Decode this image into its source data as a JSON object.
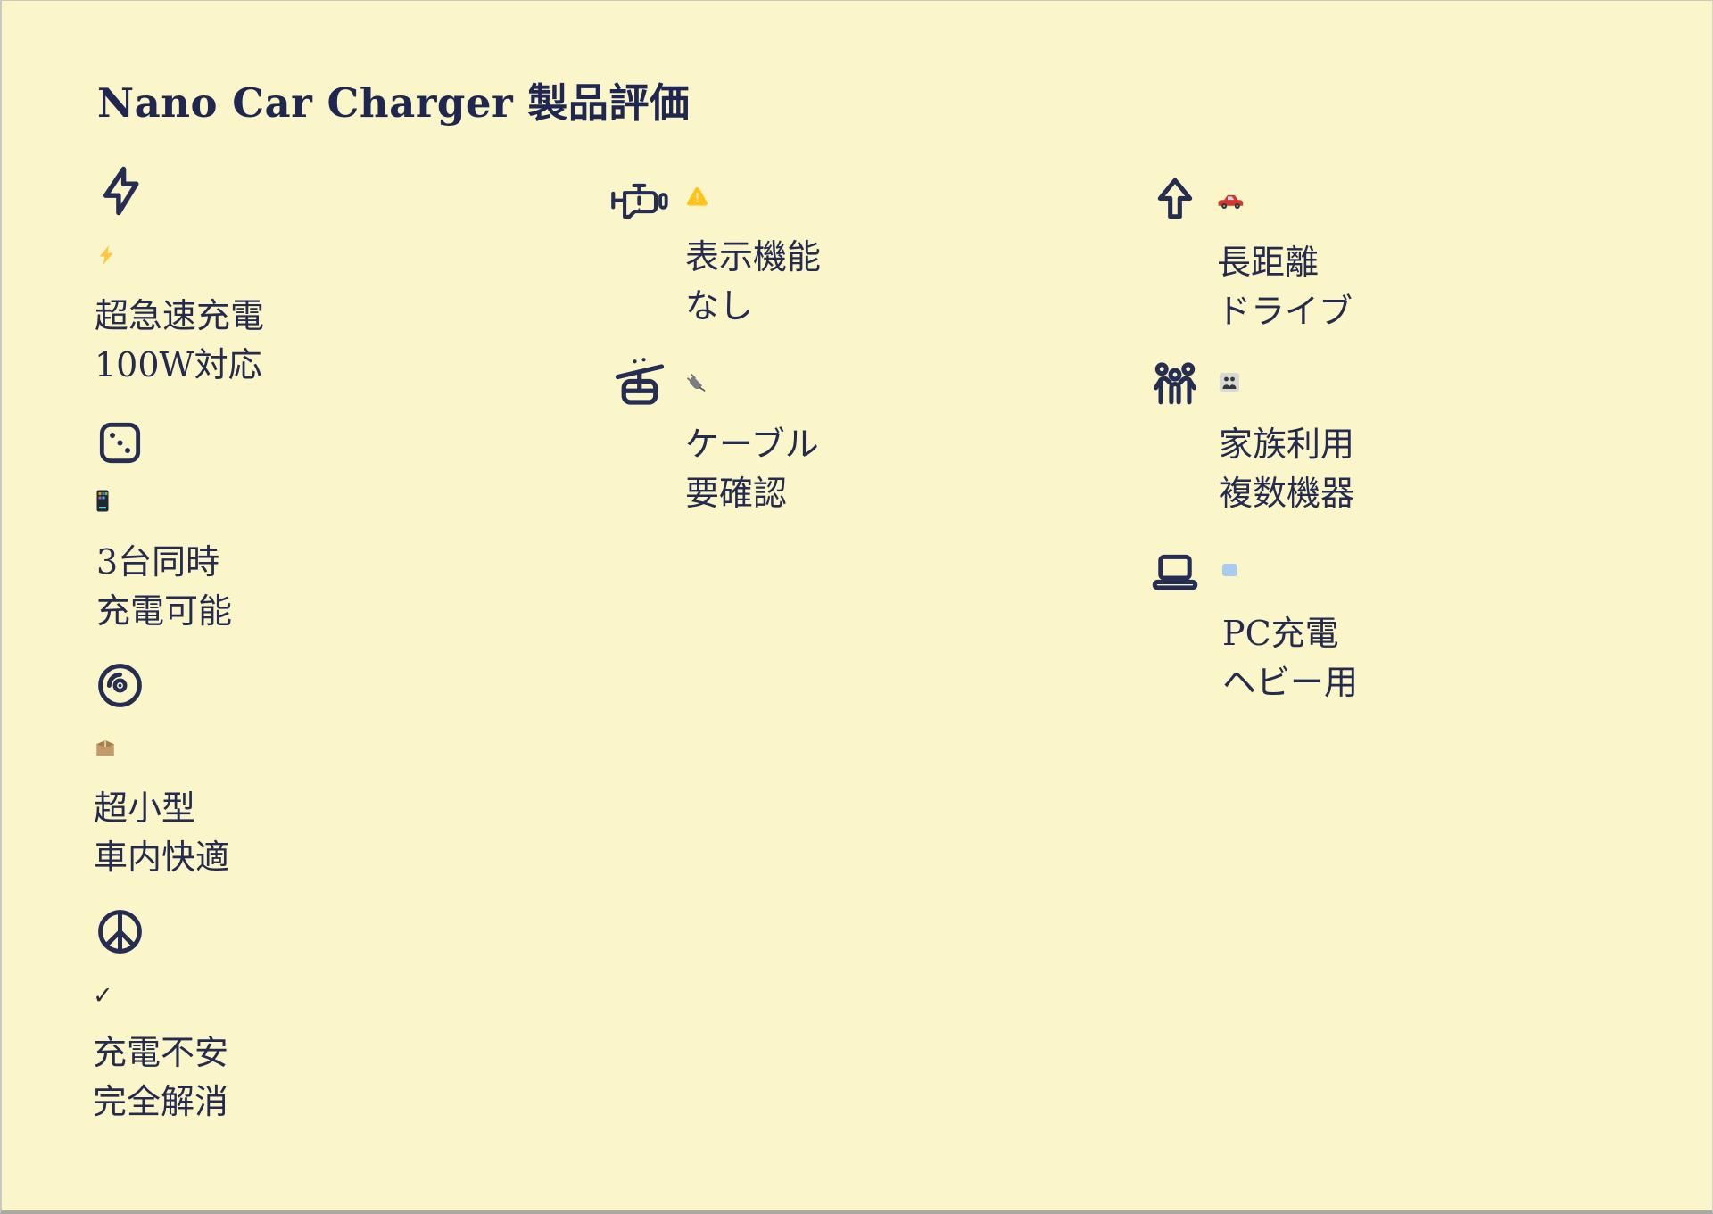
{
  "page": {
    "title": "Nano Car Charger 製品評価"
  },
  "colors": {
    "background": "#FAF6CA",
    "ink": "#242B4E",
    "title_ink": "#1F2650",
    "bolt_yellow": "#FFC53D",
    "warning_yellow": "#FFC41A",
    "car_red": "#D7352B",
    "box_brown": "#C59A6B",
    "plug_gray": "#7A7D81",
    "laptop_blue": "#A9CBEC"
  },
  "items": [
    {
      "id": "fast-charge",
      "icon": "lightning-bolt-icon",
      "emoji": "⚡",
      "lines": [
        "超急速充電",
        "100W対応"
      ]
    },
    {
      "id": "three-devices",
      "icon": "dice-three-icon",
      "emoji": "📱",
      "lines": [
        "3台同時",
        "充電可能"
      ]
    },
    {
      "id": "compact",
      "icon": "disc-icon",
      "emoji": "📦",
      "lines": [
        "超小型",
        "車内快適"
      ]
    },
    {
      "id": "no-anxiety",
      "icon": "peace-icon",
      "emoji": "✓",
      "lines": [
        "充電不安",
        "完全解消"
      ]
    },
    {
      "id": "no-display",
      "icon": "engine-warning-icon",
      "emoji": "⚠️",
      "lines": [
        "表示機能",
        "なし"
      ]
    },
    {
      "id": "cable-check",
      "icon": "cable-car-icon",
      "emoji": "🔌",
      "lines": [
        "ケーブル",
        "要確認"
      ]
    },
    {
      "id": "long-drive",
      "icon": "arrow-up-icon",
      "emoji": "🚗",
      "lines": [
        "長距離",
        "ドライブ"
      ]
    },
    {
      "id": "family-use",
      "icon": "family-icon",
      "emoji": "👨‍👩‍👦",
      "lines": [
        "家族利用",
        "複数機器"
      ]
    },
    {
      "id": "pc-charging",
      "icon": "laptop-icon",
      "emoji": "💻",
      "lines": [
        "PC充電",
        "ヘビー用"
      ]
    }
  ]
}
